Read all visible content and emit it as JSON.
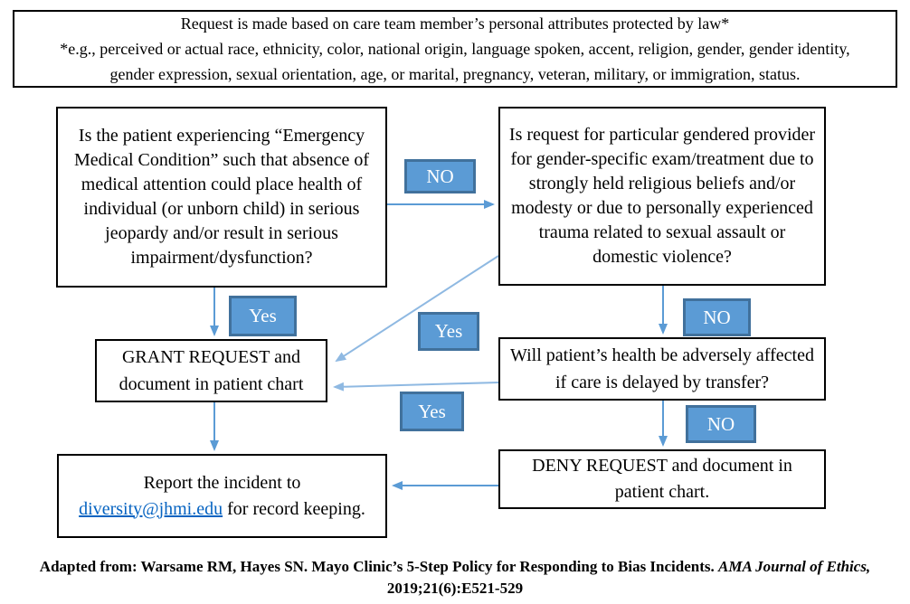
{
  "banner": {
    "line1": "Request is made based on care team member’s personal attributes protected by law*",
    "line2": "*e.g., perceived or actual race, ethnicity, color, national origin, language spoken, accent, religion, gender, gender identity,",
    "line3": "gender expression, sexual orientation, age, or marital, pregnancy, veteran, military, or immigration, status."
  },
  "nodes": {
    "emergency_question": "Is the patient experiencing “Emergency Medical Condition” such that absence of medical attention could place health of individual (or unborn child) in serious jeopardy and/or result in serious impairment/dysfunction?",
    "gendered_request_question": "Is request for particular gendered provider for gender-specific exam/treatment due to strongly held religious beliefs and/or modesty or due to personally experienced trauma related to sexual assault or domestic violence?",
    "grant": "GRANT REQUEST and document in patient chart",
    "delay_question": "Will patient’s health be adversely affected if care is delayed by transfer?",
    "deny": "DENY REQUEST and document in patient chart.",
    "report": {
      "before": "Report the incident to ",
      "link": "diversity@jhmi.edu",
      "after": " for record keeping."
    }
  },
  "labels": {
    "no_emergency_to_gendered": "NO",
    "yes_emergency_to_grant": "Yes",
    "yes_gendered_to_grant": "Yes",
    "no_gendered_to_delay": "NO",
    "yes_delay_to_grant": "Yes",
    "no_delay_to_deny": "NO"
  },
  "footer": {
    "line1_text": "Adapted from: Warsame RM, Hayes SN. Mayo Clinic’s 5-Step Policy for Responding to Bias Incidents. ",
    "line1_italic": "AMA Journal of Ethics,",
    "line2": "2019;21(6):E521-529"
  },
  "colors": {
    "badge_fill": "#5B9BD5",
    "badge_border": "#41719C",
    "arrow": "#5B9BD5",
    "arrow_light": "#8FB9E2",
    "link": "#0563C1",
    "box_border": "#000000",
    "text": "#000000"
  }
}
